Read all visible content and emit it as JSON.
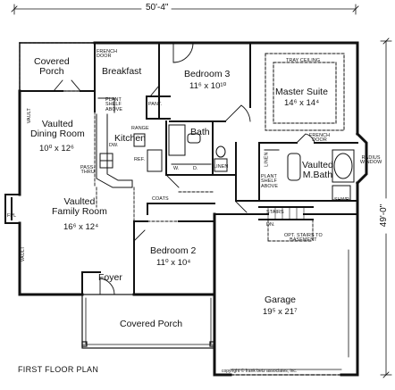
{
  "dimensions": {
    "width": "50'-4\"",
    "depth": "49'-0\""
  },
  "rooms": {
    "covered_porch_rear": "Covered\nPorch",
    "breakfast": "Breakfast",
    "bedroom3": {
      "name": "Bedroom 3",
      "size": "11⁶ x 10¹⁰"
    },
    "master_suite": {
      "name": "Master Suite",
      "size": "14⁶ x 14⁴"
    },
    "vaulted_dining": {
      "name": "Vaulted\nDining Room",
      "size": "10⁰ x 12⁶"
    },
    "kitchen": "Kitchen",
    "bath": "Bath",
    "vaulted_mbath": "Vaulted\nM.Bath",
    "vaulted_family": {
      "name": "Vaulted\nFamily Room",
      "size": "16⁶ x 12⁴"
    },
    "bedroom2": {
      "name": "Bedroom 2",
      "size": "11⁰ x 10⁴"
    },
    "foyer": "Foyer",
    "garage": {
      "name": "Garage",
      "size": "19⁵ x 21⁷"
    },
    "covered_porch_front": "Covered Porch"
  },
  "notes": {
    "french_door_top": "FRENCH\nDOOR",
    "plant_shelf_kitchen": "PLANT\nSHELF\nABOVE",
    "pant": "PANT.",
    "tray_ceiling": "TRAY CEILING",
    "vault_dining": "VAULT",
    "range": "RANGE",
    "dw": "DW.",
    "ref": "REF.",
    "pass_thru": "PASS-\nTHRU",
    "w": "W.",
    "d": "D.",
    "linen_bath": "LINEN",
    "linen_master": "LINEN",
    "plant_shelf_master": "PLANT\nSHELF\nABOVE",
    "french_door_master": "FRENCH\nDOOR",
    "radius_window": "RADIUS\nWINDOW",
    "shwr": "SHWR",
    "coats": "COATS",
    "stairs": "STAIRS",
    "dn": "DN.",
    "opt_stairs": "OPT. STAIRS TO\nBASEMENT",
    "fpl": "FPL",
    "vault_family": "VAULT"
  },
  "footer": {
    "title": "FIRST FLOOR PLAN",
    "copyright": "copyright  © frank betz associates, inc."
  }
}
